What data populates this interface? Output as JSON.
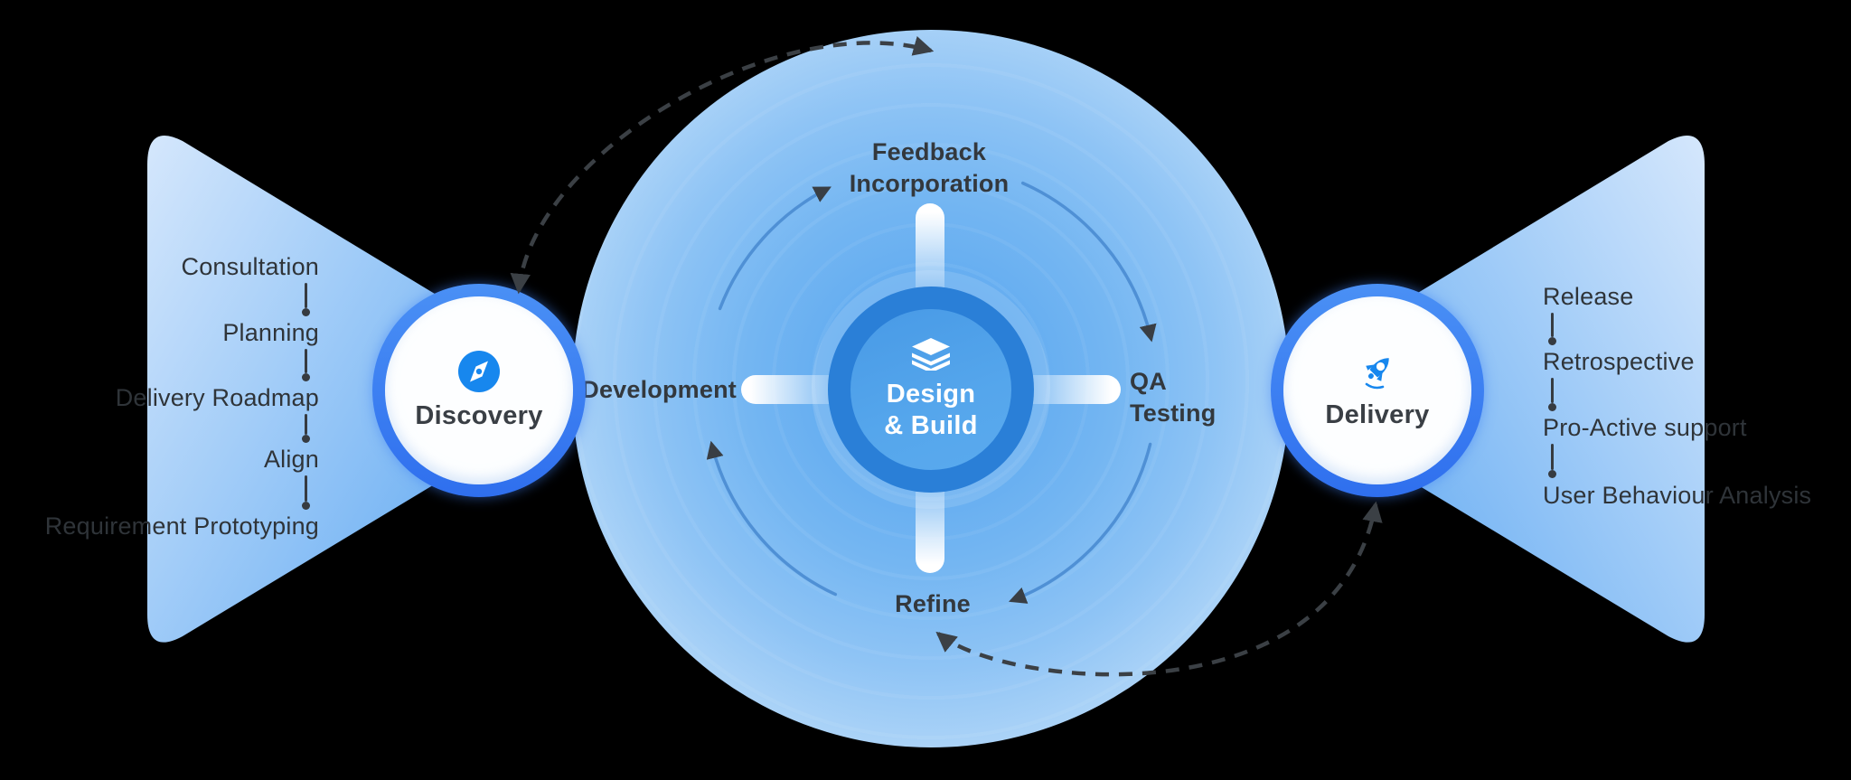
{
  "title": "Discovery to Delivery agile process diagram",
  "colors": {
    "background": "#000000",
    "accent_blue": "#1787ee",
    "hub_ring_blue": "#2a7fd7",
    "node_ring_blue": "#2f6fee",
    "funnel_light": "#cfe3fb",
    "funnel_deep": "#6cb0f3",
    "text_dark": "#33383d",
    "dashed_arrow": "#3b4045",
    "cycle_arrow": "#4688cf"
  },
  "left_funnel": {
    "items": [
      "Consultation",
      "Planning",
      "Delivery Roadmap",
      "Align",
      "Requirement Prototyping"
    ]
  },
  "right_funnel": {
    "items": [
      "Release",
      "Retrospective",
      "Pro-Active support",
      "User Behaviour Analysis"
    ]
  },
  "nodes": {
    "discovery": {
      "label": "Discovery",
      "icon": "compass-icon"
    },
    "delivery": {
      "label": "Delivery",
      "icon": "rocket-icon"
    }
  },
  "cycle": {
    "hub": {
      "line1": "Design",
      "line2": "& Build",
      "icon": "layers-icon"
    },
    "stages": {
      "top": {
        "line1": "Feedback",
        "line2": "Incorporation"
      },
      "right": {
        "line1": "QA",
        "line2": "Testing"
      },
      "bottom": {
        "label": "Refine"
      },
      "left": {
        "label": "Development"
      }
    }
  }
}
